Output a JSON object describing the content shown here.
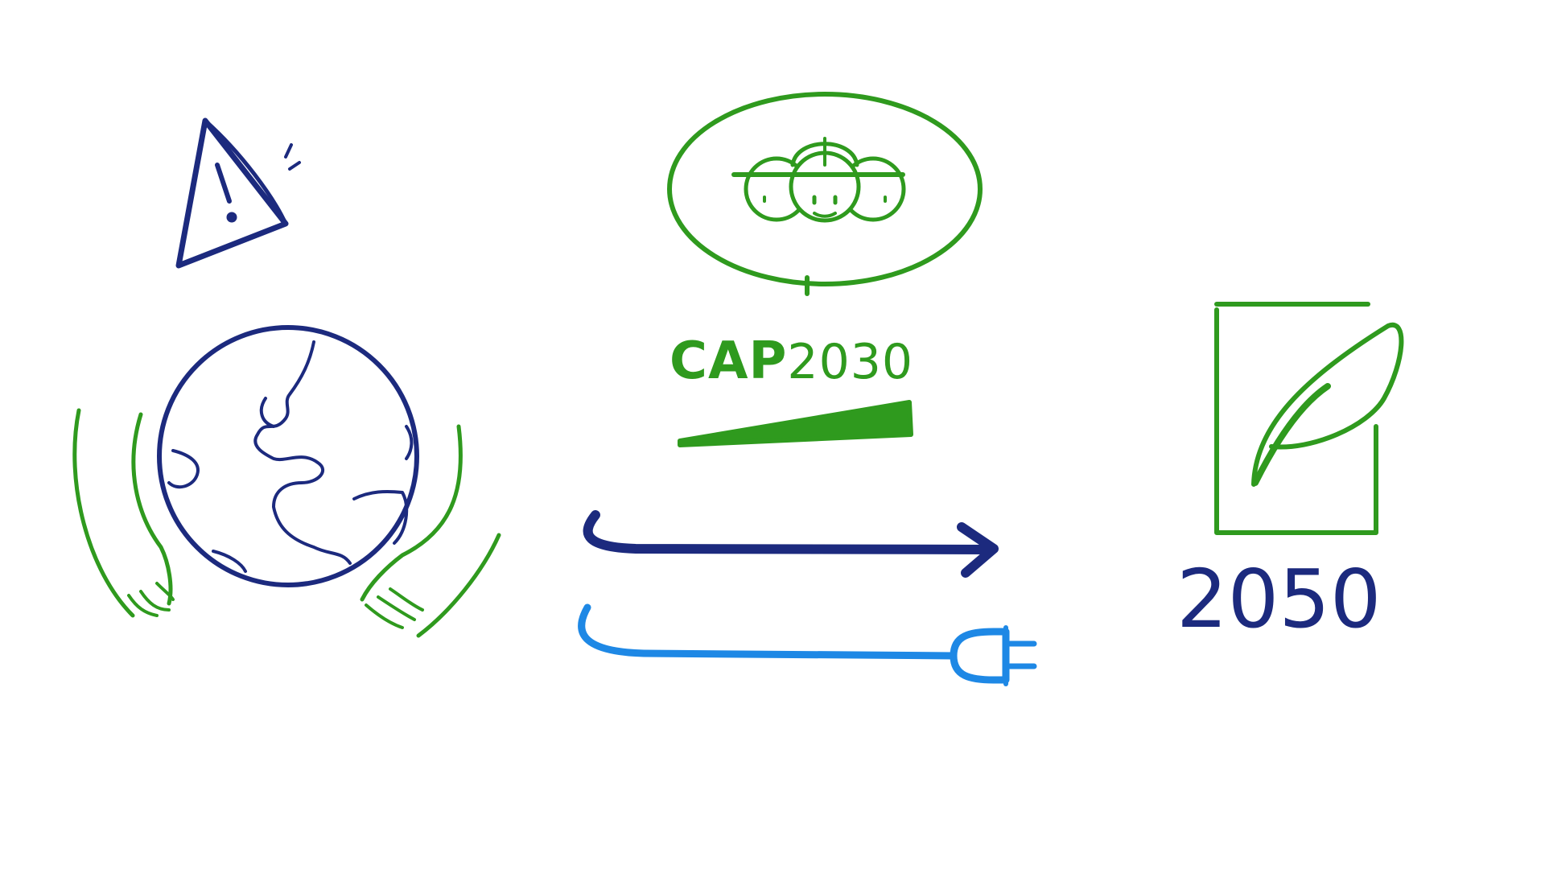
{
  "illustration": {
    "cap_label": {
      "prefix": "CAP",
      "year": "2030"
    },
    "target_year": "2050",
    "icons": [
      "warning-icon",
      "globe-in-hands-icon",
      "farmers-speech-bubble-icon",
      "progress-wedge-icon",
      "arrow-right-icon",
      "electric-plug-icon",
      "leaf-document-icon"
    ],
    "colors": {
      "navy": "#1c2a7e",
      "green": "#2f9a1e",
      "light_blue": "#1e88e5",
      "background": "#ffffff"
    }
  }
}
